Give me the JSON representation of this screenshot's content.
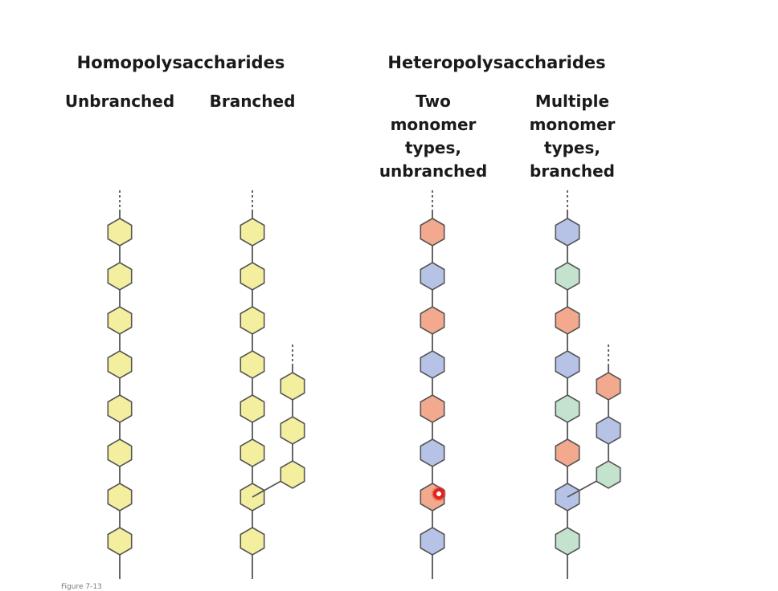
{
  "headings": {
    "homo": "Homopolysaccharides",
    "hetero": "Heteropolysaccharides"
  },
  "columns": {
    "unbranched": [
      "Unbranched"
    ],
    "branched": [
      "Branched"
    ],
    "two_monomer": [
      "Two",
      "monomer",
      "types,",
      "unbranched"
    ],
    "multiple_monomer": [
      "Multiple",
      "monomer",
      "types,",
      "branched"
    ]
  },
  "caption": "Figure 7-13",
  "colors": {
    "yellow": "#f3ef9e",
    "orange": "#f2a98e",
    "blue": "#b7c3e6",
    "green": "#c4e3cf",
    "stroke": "#555555"
  },
  "diagram": {
    "unbranched_chain": [
      "yellow",
      "yellow",
      "yellow",
      "yellow",
      "yellow",
      "yellow",
      "yellow",
      "yellow"
    ],
    "branched_main_chain": [
      "yellow",
      "yellow",
      "yellow",
      "yellow",
      "yellow",
      "yellow",
      "yellow",
      "yellow"
    ],
    "branched_side_chain": [
      "yellow",
      "yellow",
      "yellow"
    ],
    "two_type_chain": [
      "orange",
      "blue",
      "orange",
      "blue",
      "orange",
      "blue",
      "orange",
      "blue"
    ],
    "multi_main_chain": [
      "blue",
      "green",
      "orange",
      "blue",
      "green",
      "orange",
      "blue",
      "green"
    ],
    "multi_side_chain": [
      "orange",
      "blue",
      "green"
    ]
  }
}
